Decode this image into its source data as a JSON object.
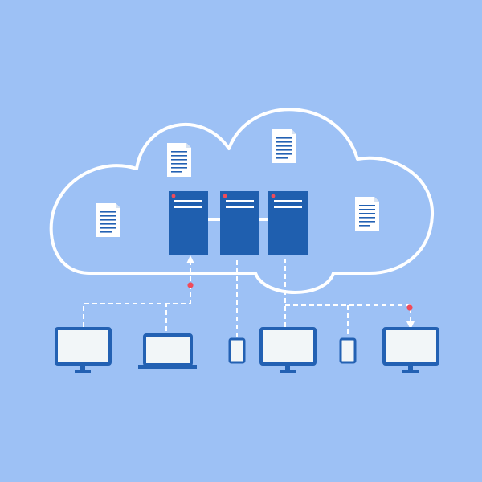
{
  "colors": {
    "background": "#9DC1F5",
    "cloud_outline": "#FFFFFF",
    "server_body": "#1F5FAF",
    "server_stripe": "#FFFFFF",
    "server_led": "#F04B5A",
    "connector": "#FFFFFF",
    "device_frame": "#2361B3",
    "device_screen": "#F2F6F8",
    "document_paper": "#FFFFFF",
    "document_lines": "#2361B3",
    "node_dot": "#F04B5A"
  },
  "icons": {
    "cloud": "cloud-outline-icon",
    "server": "server-rack-icon",
    "document": "document-icon",
    "monitor": "desktop-monitor-icon",
    "laptop": "laptop-icon",
    "phone": "smartphone-icon"
  },
  "servers": [
    {
      "name": "server-1"
    },
    {
      "name": "server-2"
    },
    {
      "name": "server-3"
    }
  ],
  "documents": [
    {
      "name": "document-1"
    },
    {
      "name": "document-2"
    },
    {
      "name": "document-3"
    },
    {
      "name": "document-4"
    }
  ],
  "devices": [
    {
      "name": "monitor-1",
      "type": "monitor"
    },
    {
      "name": "laptop-1",
      "type": "laptop"
    },
    {
      "name": "phone-1",
      "type": "phone"
    },
    {
      "name": "monitor-2",
      "type": "monitor"
    },
    {
      "name": "phone-2",
      "type": "phone"
    },
    {
      "name": "monitor-3",
      "type": "monitor"
    }
  ]
}
